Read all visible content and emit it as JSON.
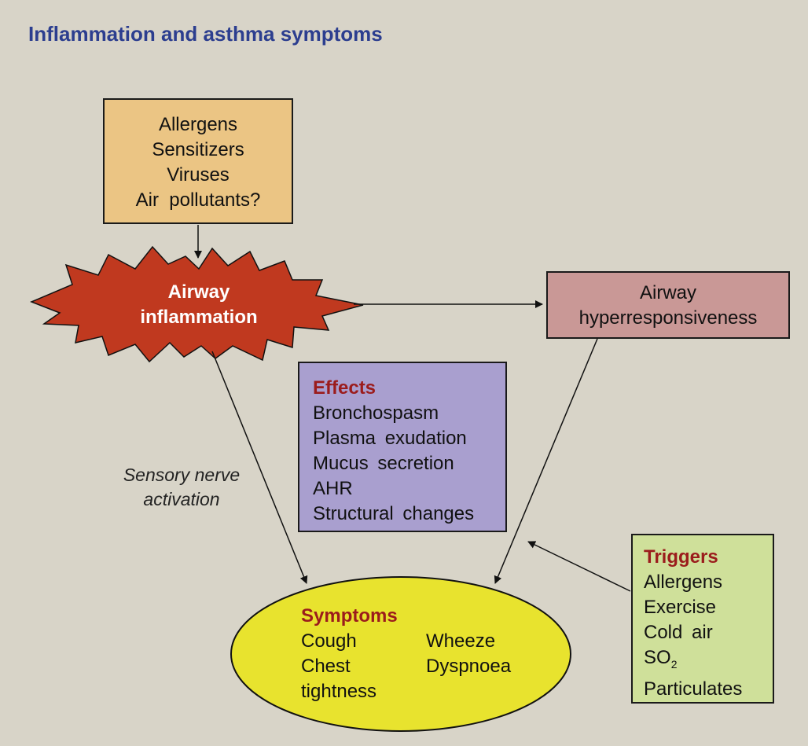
{
  "title": "Inflammation and asthma symptoms",
  "causes": [
    "Allergens",
    "Sensitizers",
    "Viruses",
    "Air  pollutants?"
  ],
  "inflammation": [
    "Airway",
    "inflammation"
  ],
  "ahr": [
    "Airway",
    "hyperresponsiveness"
  ],
  "effects": {
    "header": "Effects",
    "items": [
      "Bronchospasm",
      "Plasma exudation",
      "Mucus secretion",
      "AHR",
      "Structural changes"
    ]
  },
  "sensory": [
    "Sensory nerve",
    "activation"
  ],
  "symptoms": {
    "header": "Symptoms",
    "items": [
      "Cough",
      "Wheeze",
      "Chest",
      "Dyspnoea",
      "tightness"
    ]
  },
  "triggers": {
    "header": "Triggers",
    "items": [
      "Allergens",
      "Exercise",
      "Cold air",
      "SO",
      "Particulates"
    ],
    "so2_subscript": "2"
  },
  "colors": {
    "background": "#d8d4c8",
    "title": "#2c3e8f",
    "causes_box": "#ebc584",
    "burst": "#c0391f",
    "ahr_box": "#c99896",
    "effects_box": "#a99fcf",
    "symptoms_ellipse": "#e8e32e",
    "triggers_box": "#cfe09a",
    "header_text": "#9b1c1c"
  }
}
